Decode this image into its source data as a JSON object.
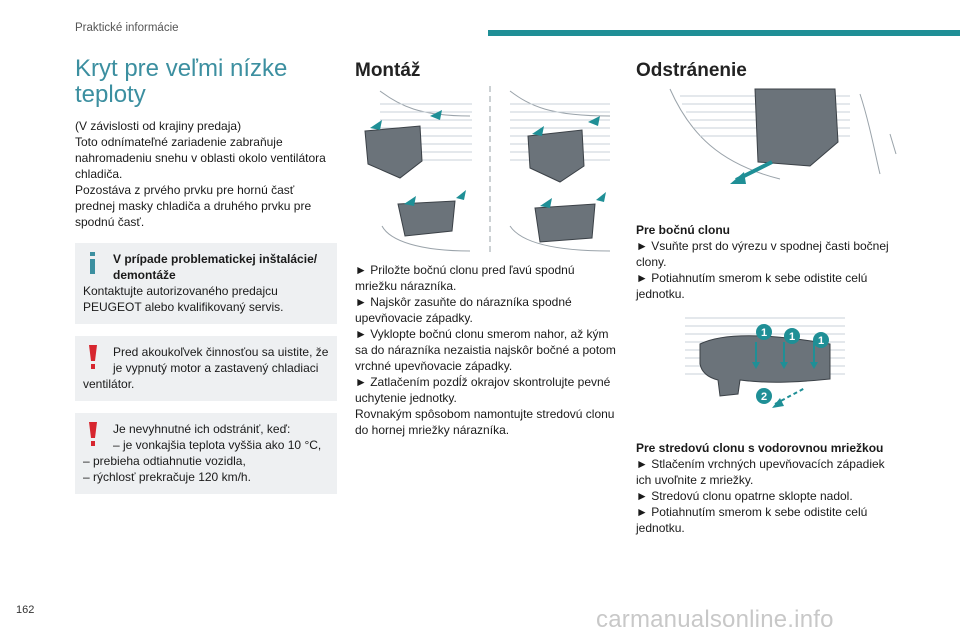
{
  "header": {
    "section": "Praktické informácie",
    "page_number": "162"
  },
  "colors": {
    "accent": "#1f8f96",
    "title": "#3c8fa0",
    "warning": "#d7262f",
    "note_bg": "#eef0f2"
  },
  "col1": {
    "title_line1": "Kryt pre veľmi nízke",
    "title_line2": "teploty",
    "intro": [
      "(V závislosti od krajiny predaja)",
      "Toto odnímateľné zariadenie zabraňuje",
      "nahromadeniu snehu v oblasti okolo ventilátora",
      "chladiča.",
      "Pozostáva z prvého prvku pre hornú časť",
      "prednej masky chladiča a druhého prvku pre",
      "spodnú časť."
    ],
    "info_note": {
      "icon": "info-icon",
      "title_line1": "V prípade problematickej inštalácie/",
      "title_line2": "demontáže",
      "text": [
        "Kontaktujte autorizovaného predajcu",
        "PEUGEOT alebo kvalifikovaný servis."
      ]
    },
    "warning1": {
      "icon": "warning-icon",
      "line1": "Pred akoukoľvek činnosťou sa uistite, že",
      "line2": "je vypnutý motor a zastavený chladiaci",
      "line3": "ventilátor."
    },
    "warning2": {
      "icon": "warning-icon",
      "line1": "Je nevyhnutné ich odstrániť, keď:",
      "line2": "– je vonkajšia teplota vyššia ako 10 °C,",
      "line3": "– prebieha odtiahnutie vozidla,",
      "line4": "– rýchlosť prekračuje 120 km/h."
    }
  },
  "col2": {
    "title": "Montáž",
    "steps": [
      "► Priložte bočnú clonu pred ľavú spodnú",
      "mriežku nárazníka.",
      "► Najskôr zasuňte do nárazníka spodné",
      "upevňovacie západky.",
      "► Vyklopte bočnú clonu smerom nahor, až kým",
      "sa do nárazníka nezaistia najskôr bočné a potom",
      "vrchné upevňovacie západky.",
      "► Zatlačením pozdĺž okrajov skontrolujte pevné",
      "uchytenie jednotky.",
      "Rovnakým spôsobom namontujte stredovú clonu",
      "do hornej mriežky nárazníka."
    ]
  },
  "col3": {
    "title": "Odstránenie",
    "side_title": "Pre bočnú clonu",
    "side_steps": [
      "► Vsuňte prst do výrezu v spodnej časti bočnej",
      "clony.",
      "► Potiahnutím smerom k sebe odistite celú",
      "jednotku."
    ],
    "callouts": [
      "1",
      "1",
      "1",
      "2"
    ],
    "center_title": "Pre stredovú clonu s vodorovnou mriežkou",
    "center_steps": [
      "► Stlačením vrchných upevňovacích západiek",
      "ich uvoľnite z mriežky.",
      "► Stredovú clonu opatrne sklopte nadol.",
      "► Potiahnutím smerom k sebe odistite celú",
      "jednotku."
    ]
  },
  "watermark": "carmanualsonline.info"
}
